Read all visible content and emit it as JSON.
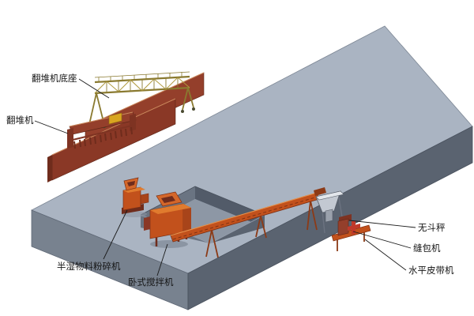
{
  "scene": {
    "description": "3D isometric layout diagram of a fertilizer production line on a concrete platform"
  },
  "labels": {
    "turner_base": "翻堆机底座",
    "turner": "翻堆机",
    "crusher": "半湿物料粉碎机",
    "mixer": "卧式搅拌机",
    "hopper_scale": "无斗秤",
    "bag_sewer": "缝包机",
    "horizontal_belt": "水平皮带机"
  },
  "colors": {
    "background": "#ffffff",
    "platform_top": "#aab4c2",
    "platform_front_left": "#78828f",
    "platform_front_right": "#5a6370",
    "pit_wall_dark": "#525b69",
    "pit_wall_light": "#6a7482",
    "pit_floor": "#8d97a5",
    "machine_orange": "#c2511c",
    "machine_orange_light": "#e07b2e",
    "machine_maroon": "#943f2b",
    "machine_maroon_dark": "#6f2c1c",
    "truss_olive": "#8a7a30",
    "steel_gray": "#c3c9d2",
    "accent_red": "#c0392b",
    "motor_yellow": "#d9a520",
    "leader_line": "#1a1a1a"
  }
}
